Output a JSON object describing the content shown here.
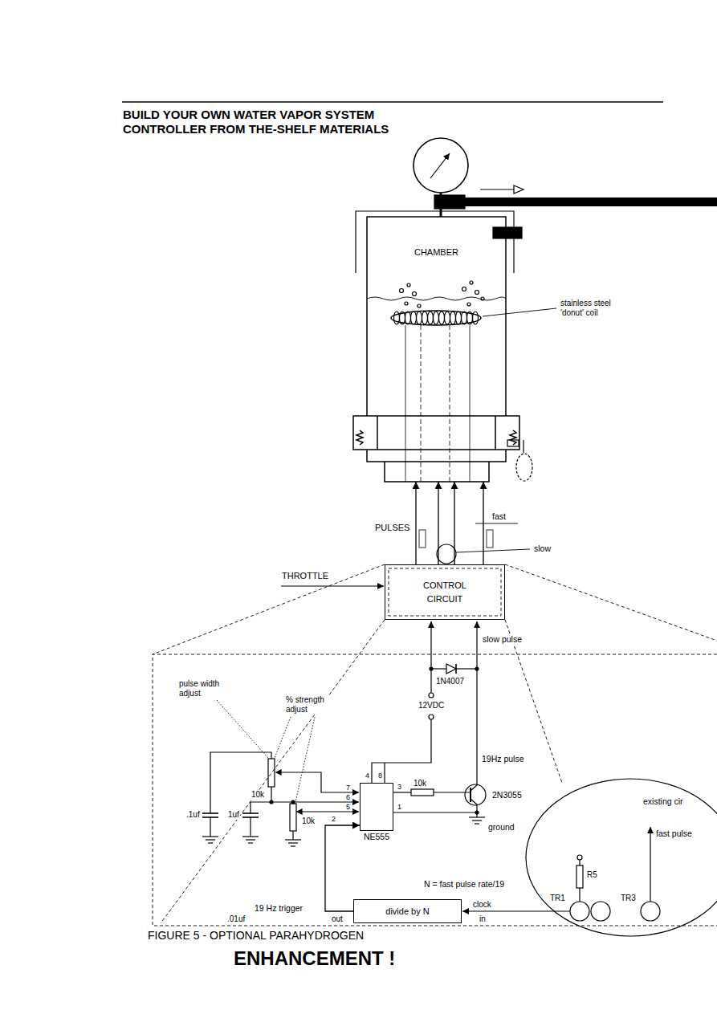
{
  "diagram": {
    "title": "BUILD YOUR OWN WATER VAPOR SYSTEM CONTROLLER FROM THE-SHELF MATERIALS",
    "caption": "FIGURE 5 - OPTIONAL PARAHYDROGEN",
    "nodes": [
      {
        "text": [
          "CHAMBER"
        ]
      },
      {
        "text": [
          "CONTROL CIRCUIT"
        ]
      },
      {
        "text": [
          "NE555"
        ]
      },
      {
        "text": [
          "divide by N"
        ]
      }
    ],
    "edges": [
      {
        "from": 1,
        "to": 0,
        "arrow": "to"
      },
      {
        "from": 1,
        "to": 0,
        "arrow": "to"
      },
      {
        "from": 1,
        "to": 0,
        "arrow": "to"
      },
      {
        "from": 1,
        "to": 0,
        "arrow": "to"
      },
      {
        "from": 3,
        "to": 2,
        "arrow": "to"
      }
    ],
    "labels": [
      "stainless steel 'donut' coil",
      "PULSES",
      "fast",
      "slow",
      "THROTTLE",
      "slow pulse",
      "1N4007",
      "pulse width adjust",
      "% strength adjust",
      "12VDC",
      "19Hz pulse",
      "4",
      "8",
      "7",
      "6",
      "5",
      "3",
      "10k",
      "2N3055",
      "10k",
      ".1uf",
      "1uf",
      "10k",
      "1",
      "ground",
      "existing cir",
      "fast pulse",
      "2",
      "R5",
      "19 Hz trigger",
      ".01uf",
      "N = fast pulse rate/19",
      "out",
      "clock",
      "in",
      "TR1",
      "TR3",
      "ENHANCEMENT !"
    ]
  }
}
